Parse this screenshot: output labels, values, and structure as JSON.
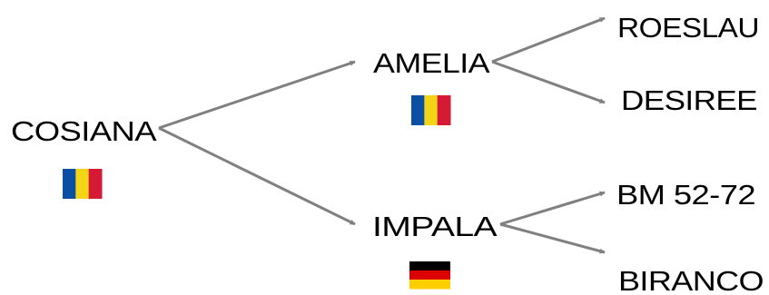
{
  "tree": {
    "root": {
      "id": "cosiana",
      "label": "COSIANA",
      "flag": "romania-flag-icon"
    },
    "children": [
      {
        "id": "amelia",
        "label": "AMELIA",
        "flag": "romania-flag-icon",
        "parents": [
          {
            "id": "roeslau",
            "label": "ROESLAU"
          },
          {
            "id": "desiree",
            "label": "DESIREE"
          }
        ]
      },
      {
        "id": "impala",
        "label": "IMPALA",
        "flag": "germany-flag-icon",
        "parents": [
          {
            "id": "bm5272",
            "label": "BM 52-72"
          },
          {
            "id": "biranco",
            "label": "BIRANCO"
          }
        ]
      }
    ]
  },
  "colors": {
    "edge": "#808080",
    "text": "#000000",
    "romania": [
      "#0a4fa3",
      "#f4d417",
      "#d51a36"
    ],
    "germany": [
      "#000000",
      "#dd0000",
      "#ffce00"
    ]
  }
}
